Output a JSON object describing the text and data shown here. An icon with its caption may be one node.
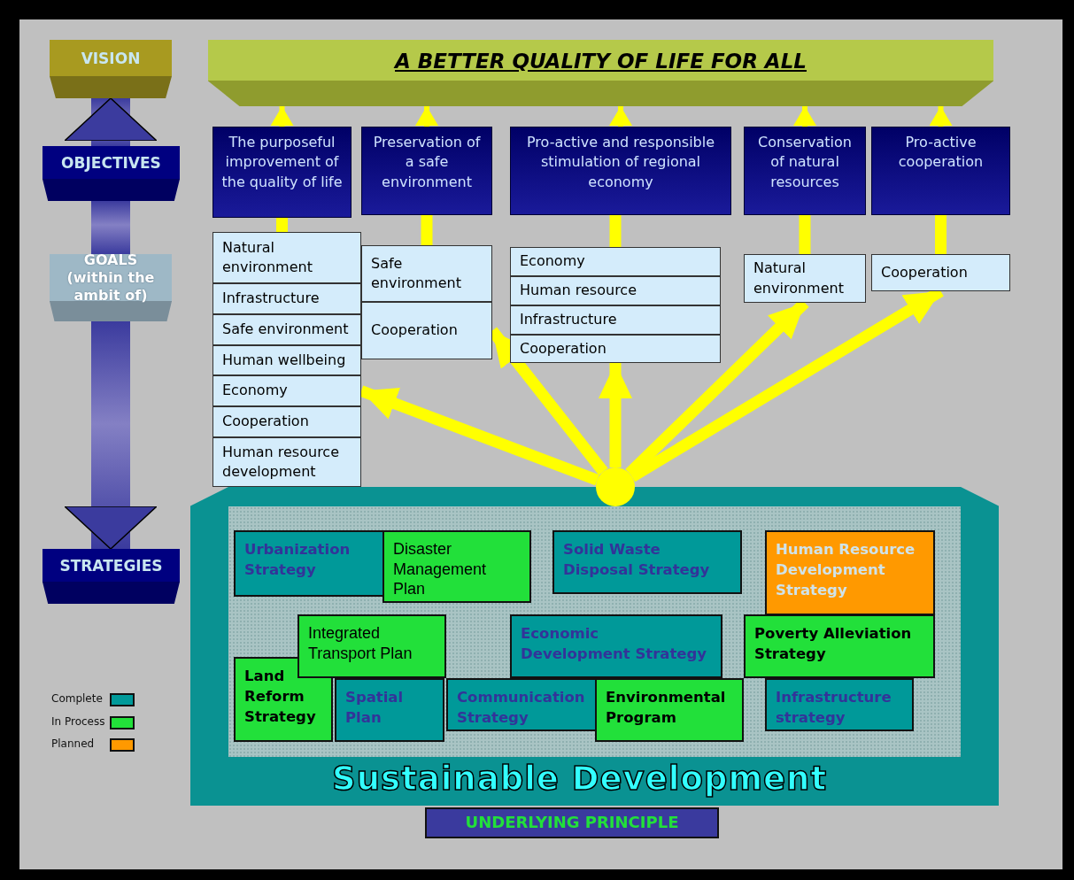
{
  "diagram": {
    "nodes": [
      {
        "text": [
          "VISION"
        ]
      },
      {
        "text": [
          "OBJECTIVES"
        ]
      },
      {
        "text": [
          "GOALS (within the ambit of)"
        ]
      },
      {
        "text": [
          "STRATEGIES"
        ]
      },
      {
        "text": [
          "A BETTER QUALITY OF LIFE FOR ALL"
        ]
      },
      {
        "text": [
          "The purposeful improvement of the quality of life"
        ]
      },
      {
        "text": [
          "Preservation of a safe environment"
        ]
      },
      {
        "text": [
          "Pro-active and responsible stimulation of regional economy"
        ]
      },
      {
        "text": [
          "Conservation of natural resources"
        ]
      },
      {
        "text": [
          "Pro-active cooperation"
        ]
      },
      {
        "text": [
          "Natural environment"
        ]
      },
      {
        "text": [
          "Infrastructure"
        ]
      },
      {
        "text": [
          "Safe environment"
        ]
      },
      {
        "text": [
          "Human wellbeing"
        ]
      },
      {
        "text": [
          "Economy"
        ]
      },
      {
        "text": [
          "Cooperation"
        ]
      },
      {
        "text": [
          "Human resource development"
        ]
      },
      {
        "text": [
          "Safe environment"
        ]
      },
      {
        "text": [
          "Cooperation"
        ]
      },
      {
        "text": [
          "Economy"
        ]
      },
      {
        "text": [
          "Human resource"
        ]
      },
      {
        "text": [
          "Infrastructure"
        ]
      },
      {
        "text": [
          "Cooperation"
        ]
      },
      {
        "text": [
          "Natural environment"
        ]
      },
      {
        "text": [
          "Cooperation"
        ]
      },
      {
        "text": [],
        "shape": "circle"
      },
      {
        "text": [
          "Sustainable Development"
        ]
      },
      {
        "text": [
          "UNDERLYING PRINCIPLE"
        ]
      },
      {
        "text": [
          "Urbanization Strategy"
        ],
        "in": 26
      },
      {
        "text": [
          "Disaster Management Plan"
        ],
        "in": 26
      },
      {
        "text": [
          "Solid Waste Disposal Strategy"
        ],
        "in": 26
      },
      {
        "text": [
          "Human Resource Development Strategy"
        ],
        "in": 26
      },
      {
        "text": [
          "Integrated Transport Plan"
        ],
        "in": 26
      },
      {
        "text": [
          "Economic Development Strategy"
        ],
        "in": 26
      },
      {
        "text": [
          "Poverty Alleviation Strategy"
        ],
        "in": 26
      },
      {
        "text": [
          "Land Reform Strategy"
        ],
        "in": 26
      },
      {
        "text": [
          "Spatial Plan"
        ],
        "in": 26
      },
      {
        "text": [
          "Communication Strategy"
        ],
        "in": 26
      },
      {
        "text": [
          "Environmental Program"
        ],
        "in": 26
      },
      {
        "text": [
          "Infrastructure strategy"
        ],
        "in": 26
      }
    ],
    "edges": [
      {
        "from": 1,
        "to": 0,
        "arrow": "to",
        "style": "thick",
        "color": "#3b3b9e"
      },
      {
        "from": 1,
        "to": 2,
        "arrow": "none",
        "style": "thick",
        "color": "#3b3b9e"
      },
      {
        "from": 2,
        "to": 3,
        "arrow": "to",
        "style": "thick",
        "color": "#3b3b9e"
      },
      {
        "from": 5,
        "to": 4,
        "arrow": "to"
      },
      {
        "from": 6,
        "to": 4,
        "arrow": "to"
      },
      {
        "from": 7,
        "to": 4,
        "arrow": "to"
      },
      {
        "from": 8,
        "to": 4,
        "arrow": "to"
      },
      {
        "from": 9,
        "to": 4,
        "arrow": "to"
      },
      {
        "from": 10,
        "to": 5,
        "arrow": "none"
      },
      {
        "from": 17,
        "to": 6,
        "arrow": "none"
      },
      {
        "from": 19,
        "to": 7,
        "arrow": "none"
      },
      {
        "from": 23,
        "to": 8,
        "arrow": "none"
      },
      {
        "from": 24,
        "to": 9,
        "arrow": "none"
      },
      {
        "from": 25,
        "to": 14,
        "arrow": "to"
      },
      {
        "from": 25,
        "to": 18,
        "arrow": "to"
      },
      {
        "from": 25,
        "to": 22,
        "arrow": "to"
      },
      {
        "from": 25,
        "to": 23,
        "arrow": "to"
      },
      {
        "from": 25,
        "to": 24,
        "arrow": "to"
      }
    ],
    "legend": [
      {
        "text": "Complete",
        "color": "#009999"
      },
      {
        "text": "In Process",
        "color": "#22e03a"
      },
      {
        "text": "Planned",
        "color": "#ff9900"
      }
    ]
  }
}
